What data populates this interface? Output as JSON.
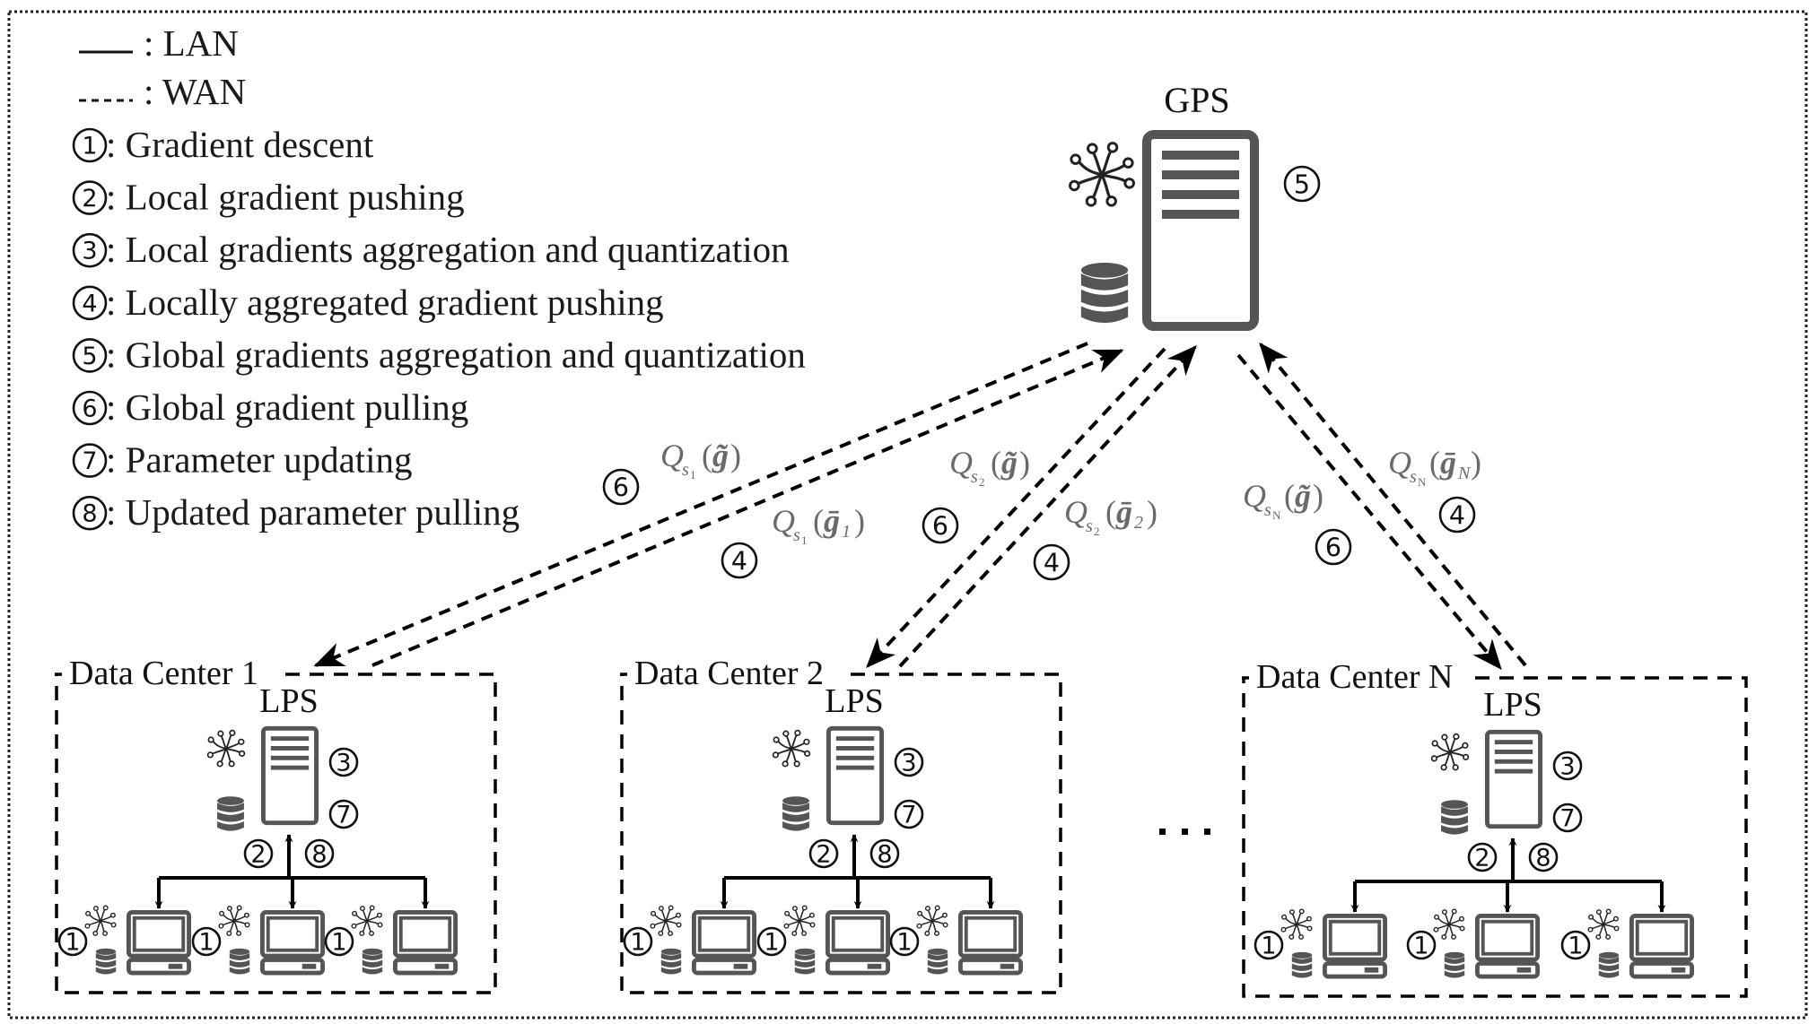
{
  "legend": {
    "lan_label": ": LAN",
    "wan_label": ": WAN",
    "steps": [
      {
        "num": "1",
        "text": ": Gradient descent"
      },
      {
        "num": "2",
        "text": ": Local gradient pushing"
      },
      {
        "num": "3",
        "text": ": Local gradients aggregation and quantization"
      },
      {
        "num": "4",
        "text": ": Locally aggregated gradient pushing"
      },
      {
        "num": "5",
        "text": ": Global gradients aggregation and quantization"
      },
      {
        "num": "6",
        "text": ": Global gradient pulling"
      },
      {
        "num": "7",
        "text": ": Parameter updating"
      },
      {
        "num": "8",
        "text": ": Updated parameter pulling"
      }
    ]
  },
  "gps": {
    "label": "GPS",
    "step": "5",
    "icons": [
      "neural-network-icon",
      "database-icon",
      "server-icon"
    ]
  },
  "links": [
    {
      "dc": "Data Center 1",
      "down_label": {
        "Q": "Q",
        "sub": "s",
        "subsub": "1",
        "arg": "g̃"
      },
      "down_step": "6",
      "up_label": {
        "Q": "Q",
        "sub": "s",
        "subsub": "1",
        "arg": "ḡ",
        "argsub": "1"
      },
      "up_step": "4"
    },
    {
      "dc": "Data Center 2",
      "down_label": {
        "Q": "Q",
        "sub": "s",
        "subsub": "2",
        "arg": "g̃"
      },
      "down_step": "6",
      "up_label": {
        "Q": "Q",
        "sub": "s",
        "subsub": "2",
        "arg": "ḡ",
        "argsub": "2"
      },
      "up_step": "4"
    },
    {
      "dc": "Data Center N",
      "down_label": {
        "Q": "Q",
        "sub": "s",
        "subsub": "N",
        "arg": "g̃"
      },
      "down_step": "6",
      "up_label": {
        "Q": "Q",
        "sub": "s",
        "subsub": "N",
        "arg": "ḡ",
        "argsub": "N"
      },
      "up_step": "4"
    }
  ],
  "data_centers": [
    {
      "title": "Data Center 1",
      "lps_label": "LPS",
      "lps_steps": [
        "3",
        "7"
      ],
      "link_steps": [
        "2",
        "8"
      ],
      "worker_step": "1",
      "workers": 3
    },
    {
      "title": "Data Center 2",
      "lps_label": "LPS",
      "lps_steps": [
        "3",
        "7"
      ],
      "link_steps": [
        "2",
        "8"
      ],
      "worker_step": "1",
      "workers": 3
    },
    {
      "title": "Data Center N",
      "lps_label": "LPS",
      "lps_steps": [
        "3",
        "7"
      ],
      "link_steps": [
        "2",
        "8"
      ],
      "worker_step": "1",
      "workers": 3
    }
  ],
  "ellipsis": "...",
  "colors": {
    "icon_gray": "#555555",
    "math_gray": "#6a6a6a",
    "line_black": "#000000"
  }
}
